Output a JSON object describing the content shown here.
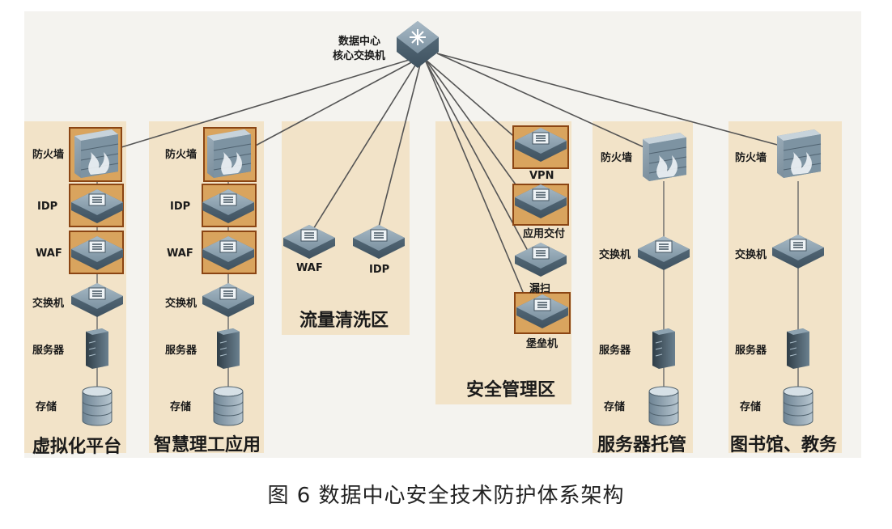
{
  "core": {
    "line1": "数据中心",
    "line2": "核心交换机",
    "icon": "core-switch-icon"
  },
  "zones": {
    "virtualization": {
      "title": "虚拟化平台",
      "labels": {
        "firewall": "防火墙",
        "idp": "IDP",
        "waf": "WAF",
        "switch": "交换机",
        "server": "服务器",
        "storage": "存储"
      }
    },
    "smart_app": {
      "title": "智慧理工应用",
      "labels": {
        "firewall": "防火墙",
        "idp": "IDP",
        "waf": "WAF",
        "switch": "交换机",
        "server": "服务器",
        "storage": "存储"
      }
    },
    "traffic_cleaning": {
      "title": "流量清洗区",
      "labels": {
        "waf": "WAF",
        "idp": "IDP"
      }
    },
    "security_mgmt": {
      "title": "安全管理区",
      "labels": {
        "vpn": "VPN",
        "app_delivery": "应用交付",
        "scan": "漏扫",
        "bastion": "堡垒机"
      }
    },
    "hosting": {
      "title": "服务器托管",
      "labels": {
        "firewall": "防火墙",
        "switch": "交换机",
        "server": "服务器",
        "storage": "存储"
      }
    },
    "library": {
      "title": "图书馆、教务",
      "labels": {
        "firewall": "防火墙",
        "switch": "交换机",
        "server": "服务器",
        "storage": "存储"
      }
    }
  },
  "caption": "图 6  数据中心安全技术防护体系架构",
  "colors": {
    "zone_bg": "#f2e3c8",
    "highlight_border": "#8b4513",
    "highlight_fill": "#d9a45e",
    "device": "#6f8594",
    "line": "#555555"
  }
}
